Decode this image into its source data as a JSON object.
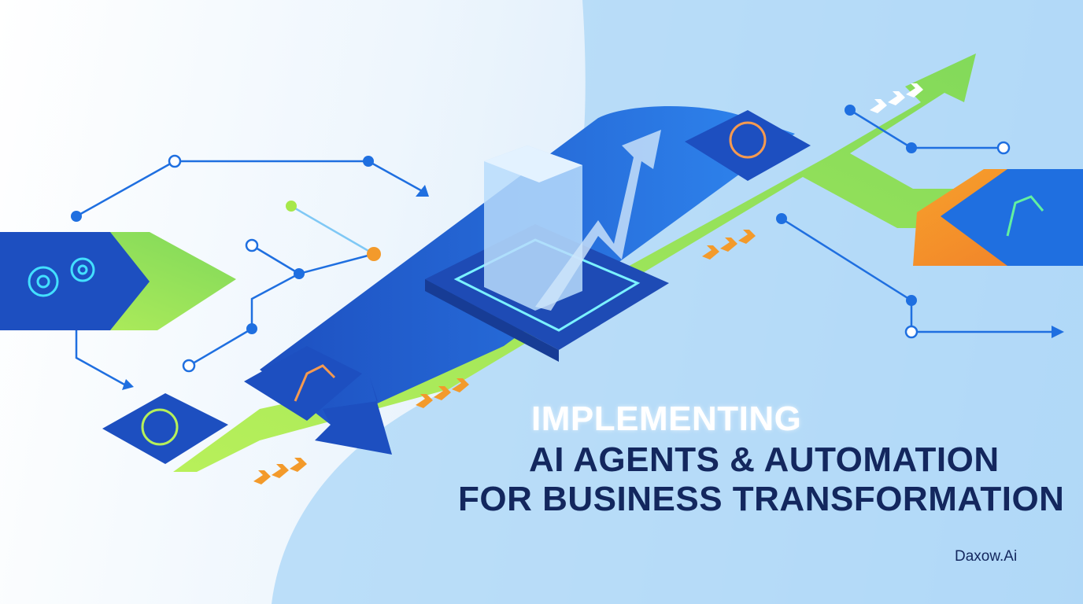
{
  "headline": {
    "line1": "IMPLEMENTING",
    "line2": "AI AGENTS & AUTOMATION",
    "line3": "FOR BUSINESS TRANSFORMATION"
  },
  "brand": "Daxow.Ai",
  "icons": [
    "gears-icon",
    "brain-icon",
    "robot-arm-icon",
    "building-chip-icon",
    "growth-arrow-icon"
  ],
  "colors": {
    "navy": "#13275e",
    "blue": "#1d63d6",
    "green": "#a6e84a",
    "orange": "#f39a2b",
    "light": "#aad6f7"
  }
}
